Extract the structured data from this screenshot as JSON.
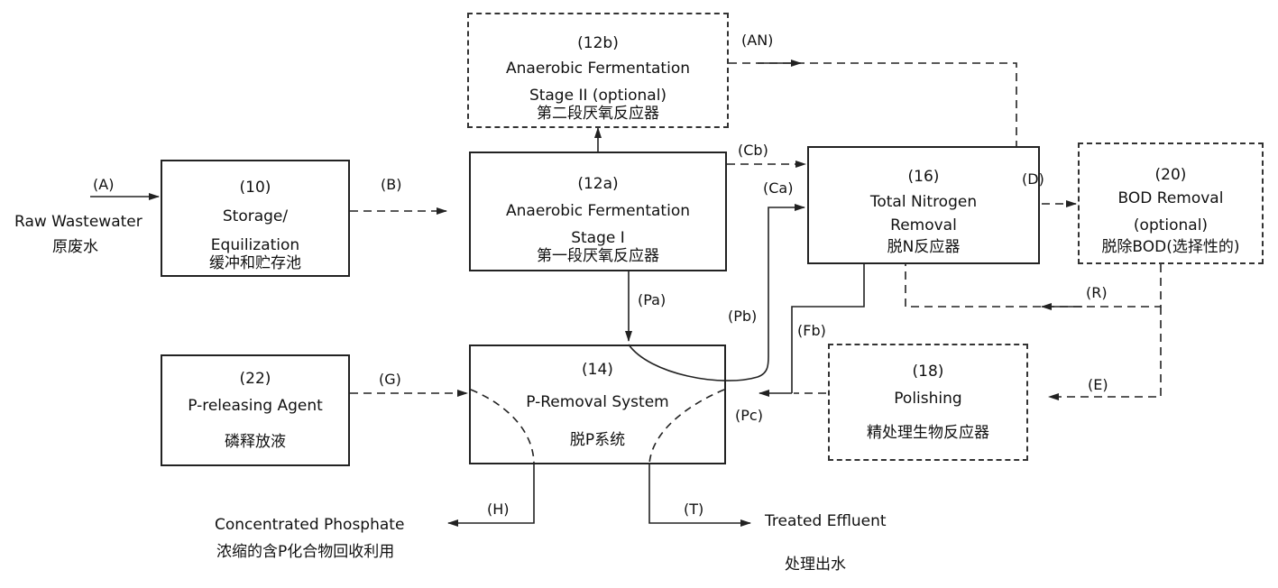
{
  "boxes": {
    "b12b": {
      "num": "(12b)",
      "l1": "Anaerobic Fermentation",
      "l2": "Stage II (optional)",
      "cn": "第二段厌氧反应器"
    },
    "b10": {
      "num": "(10)",
      "l1": "Storage/",
      "l2": "Equilization",
      "cn": "缓冲和贮存池"
    },
    "b12a": {
      "num": "(12a)",
      "l1": "Anaerobic Fermentation",
      "l2": "Stage I",
      "cn": "第一段厌氧反应器"
    },
    "b16": {
      "num": "(16)",
      "l1": "Total Nitrogen",
      "l2": "Removal",
      "cn": "脱N反应器"
    },
    "b20": {
      "num": "(20)",
      "l1": "BOD Removal",
      "l2": "(optional)",
      "cn": "脱除BOD(选择性的)"
    },
    "b22": {
      "num": "(22)",
      "l1": "P-releasing Agent",
      "cn": "磷释放液"
    },
    "b14": {
      "num": "(14)",
      "l1": "P-Removal System",
      "cn": "脱P系统"
    },
    "b18": {
      "num": "(18)",
      "l1": "Polishing",
      "cn": "精处理生物反应器"
    }
  },
  "streams": {
    "A": "(A)",
    "B": "(B)",
    "AN": "(AN)",
    "Cb": "(Cb)",
    "Ca": "(Ca)",
    "D": "(D)",
    "Pa": "(Pa)",
    "Pb": "(Pb)",
    "Fb": "(Fb)",
    "R": "(R)",
    "G": "(G)",
    "Pc": "(Pc)",
    "E": "(E)",
    "H": "(H)",
    "T": "(T)"
  },
  "external": {
    "raw_en": "Raw Wastewater",
    "raw_cn": "原废水",
    "conc_en": "Concentrated Phosphate",
    "conc_cn": "浓缩的含P化合物回收利用",
    "treated_en": "Treated Effluent",
    "treated_cn": "处理出水"
  }
}
